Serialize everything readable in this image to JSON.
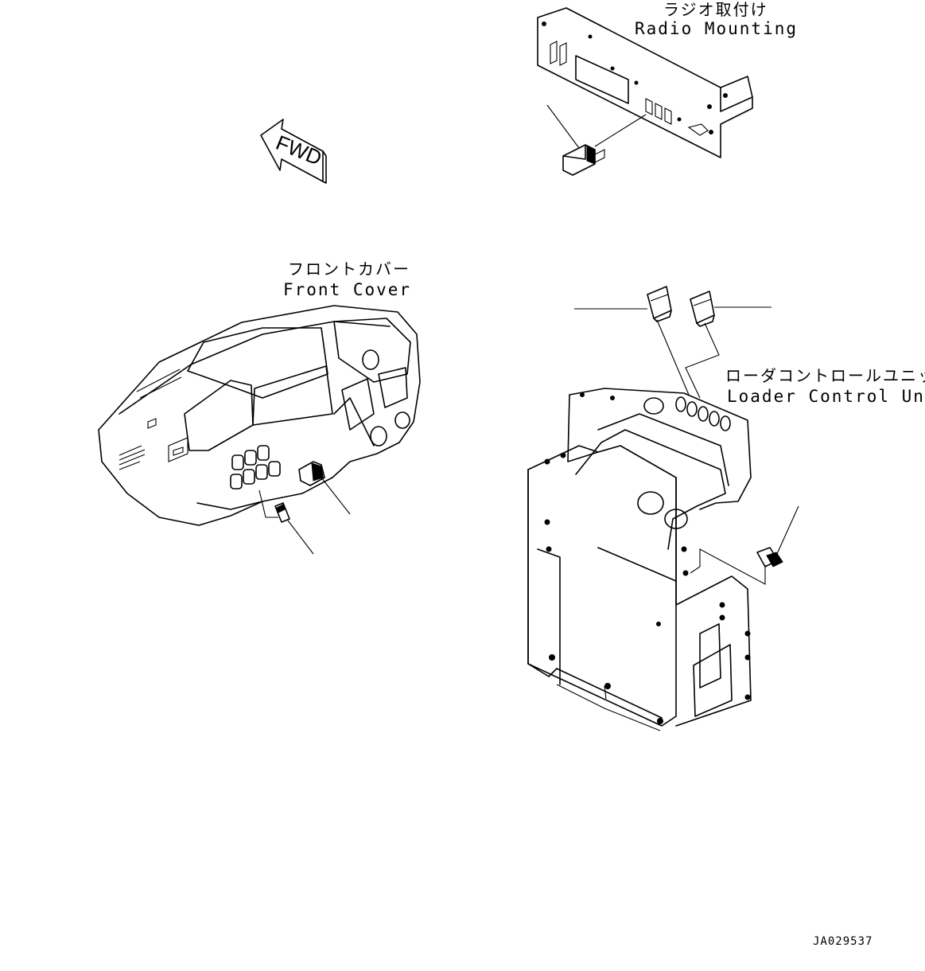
{
  "labels": {
    "radio_mounting_jp": "ラジオ取付け",
    "radio_mounting_en": "Radio Mounting",
    "front_cover_jp": "フロントカバー",
    "front_cover_en": "Front Cover",
    "loader_control_unit_jp": "ローダコントロールユニット",
    "loader_control_unit_en": "Loader Control Unit",
    "fwd_arrow": "FWD",
    "drawing_code": "JA029537"
  }
}
